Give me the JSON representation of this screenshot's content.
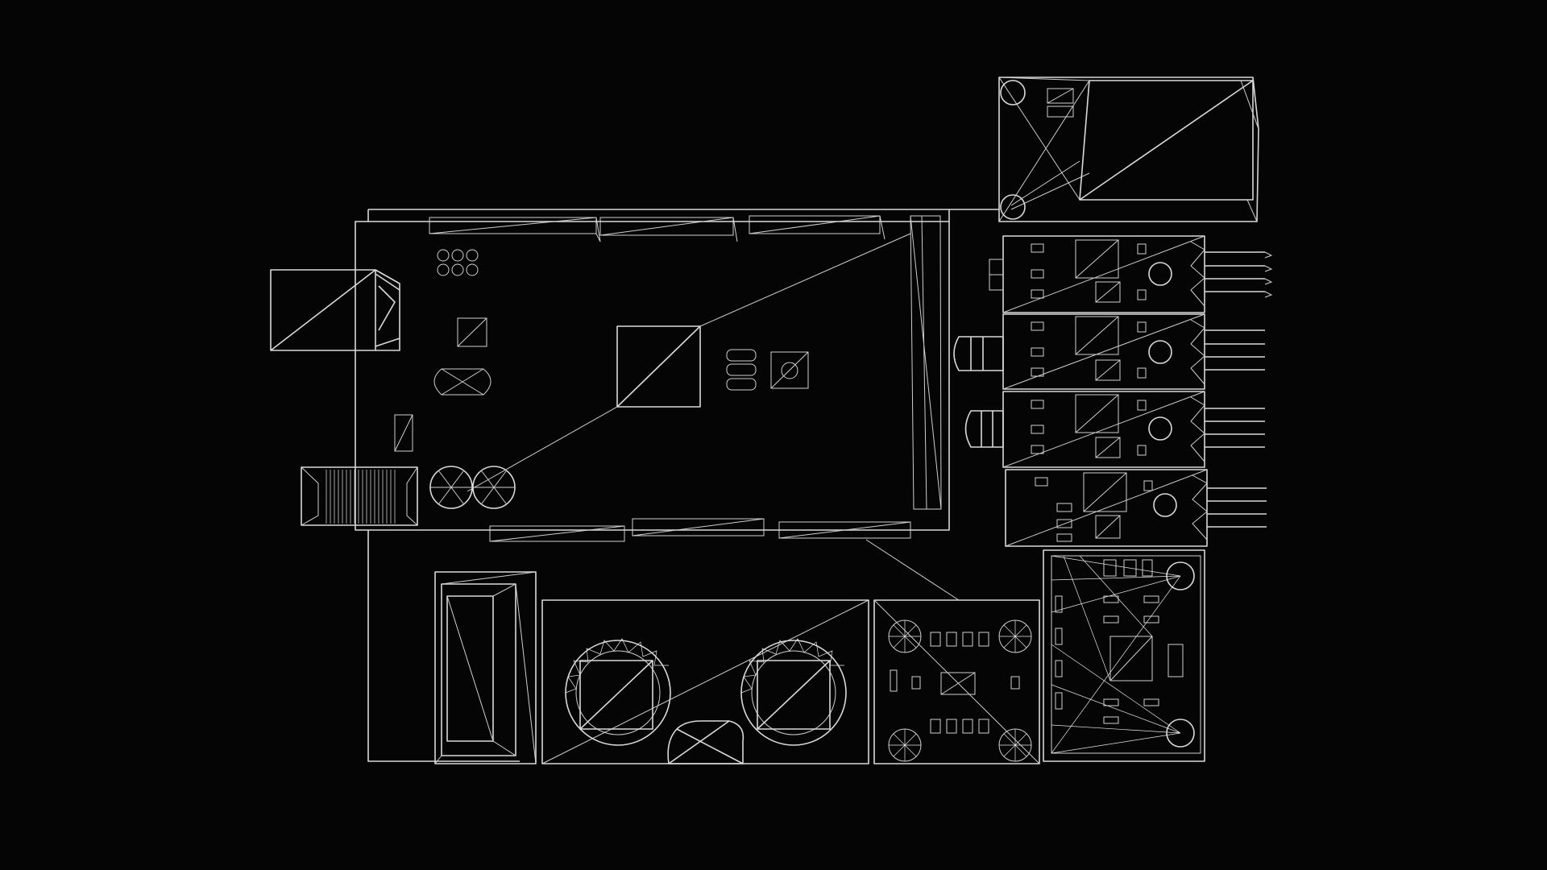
{
  "scene": {
    "description_visible_text": "",
    "colors": {
      "background": "#050505",
      "wireframe": "#d9d9d9"
    }
  },
  "components": {
    "main_board": "arduino-board",
    "top_right": "power-module",
    "right_column": [
      "relay-module-1",
      "relay-module-2",
      "relay-module-3",
      "relay-module-4"
    ],
    "bottom": [
      "voltage-regulator",
      "capacitor-board",
      "mosfet-board",
      "driver-module"
    ]
  }
}
